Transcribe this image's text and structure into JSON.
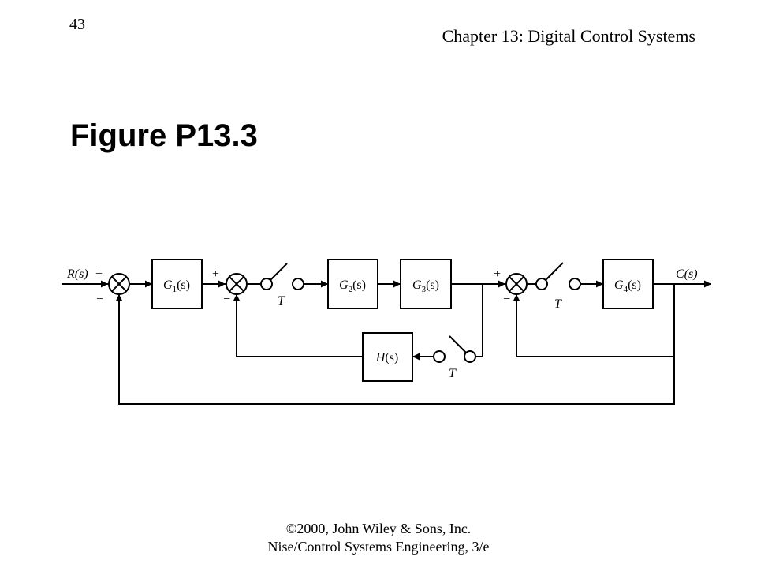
{
  "header": {
    "slide_number": "43",
    "chapter": "Chapter 13: Digital Control Systems"
  },
  "title": "Figure P13.3",
  "footer": {
    "line1": "©2000, John Wiley & Sons, Inc.",
    "line2": "Nise/Control Systems Engineering, 3/e"
  },
  "diagram": {
    "input": "R(s)",
    "output": "C(s)",
    "blocks": {
      "g1": {
        "letter": "G",
        "sub": "1",
        "arg": "(s)"
      },
      "g2": {
        "letter": "G",
        "sub": "2",
        "arg": "(s)"
      },
      "g3": {
        "letter": "G",
        "sub": "3",
        "arg": "(s)"
      },
      "g4": {
        "letter": "G",
        "sub": "4",
        "arg": "(s)"
      },
      "h": {
        "letter": "H",
        "arg": "(s)"
      }
    },
    "sampler_label": "T",
    "plus": "+",
    "minus": "−"
  }
}
